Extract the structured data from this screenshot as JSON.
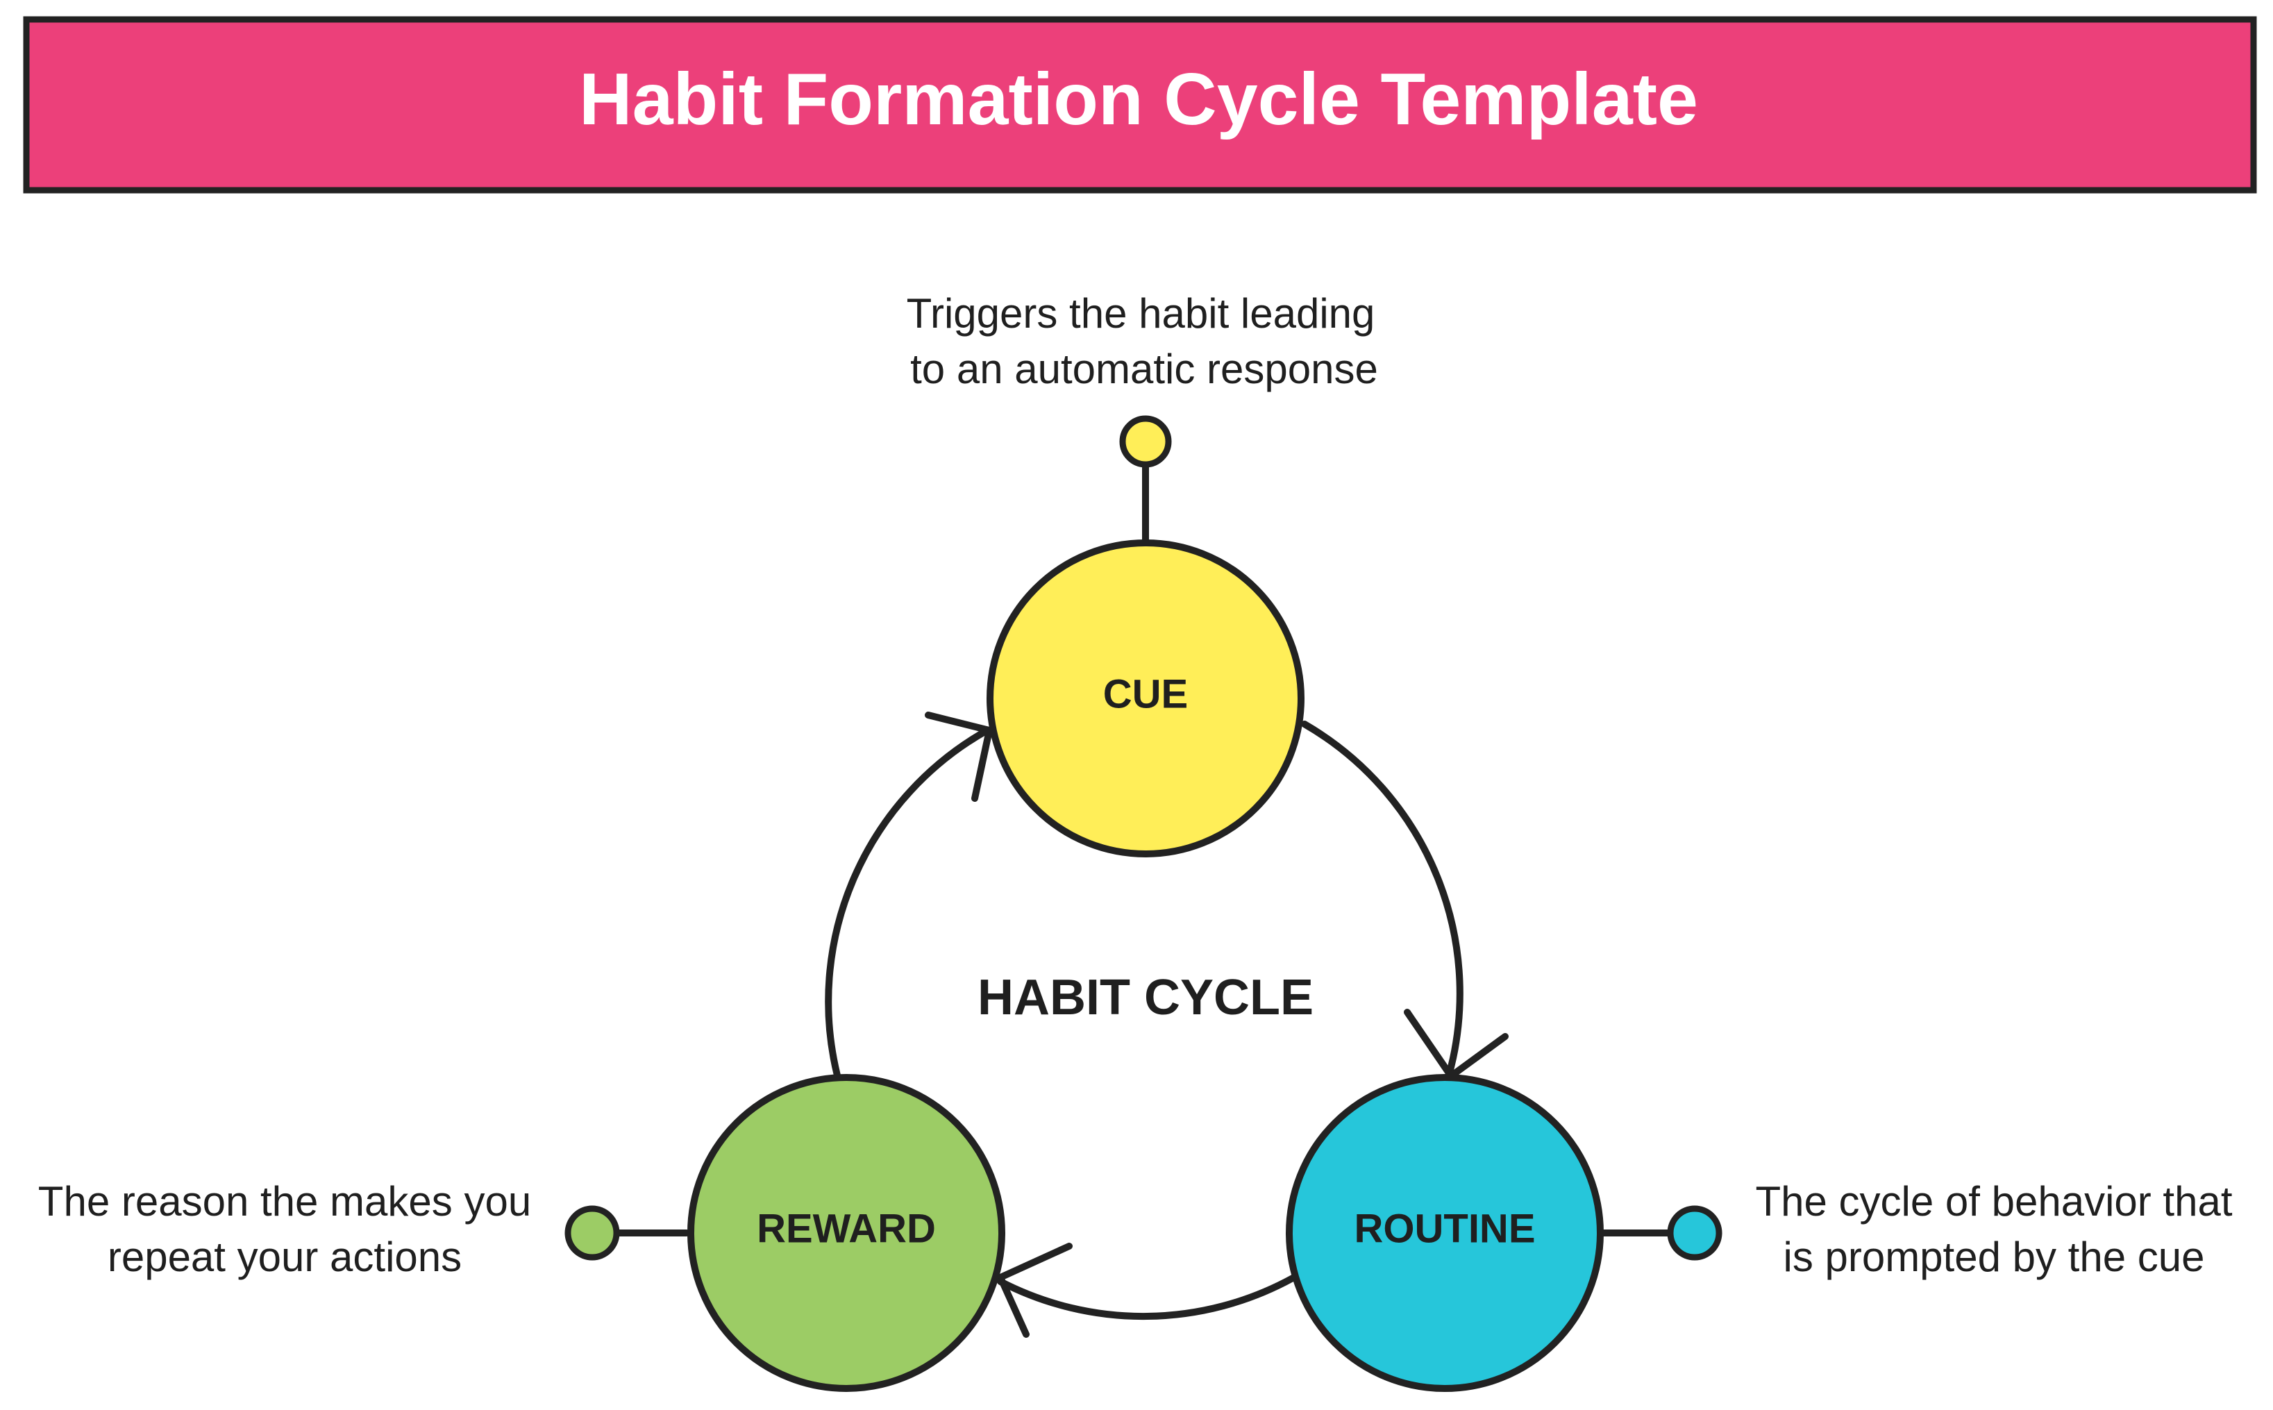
{
  "title": "Habit Formation Cycle Template",
  "center_label": "HABIT CYCLE",
  "nodes": {
    "cue": {
      "label": "CUE",
      "color": "#FFEE58",
      "description": [
        "Triggers the habit leading",
        "to an automatic response"
      ]
    },
    "routine": {
      "label": "ROUTINE",
      "color": "#26C6DA",
      "description": [
        "The cycle of behavior that",
        "is prompted by the cue"
      ]
    },
    "reward": {
      "label": "REWARD",
      "color": "#9CCC65",
      "description": [
        "The reason the makes you",
        "repeat your actions"
      ]
    }
  },
  "colors": {
    "title_bar": "#EC407A",
    "outline": "#222222"
  }
}
